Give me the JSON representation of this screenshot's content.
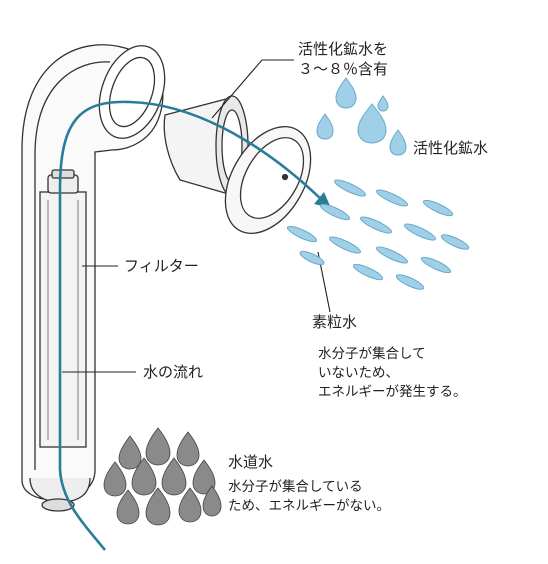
{
  "labels": {
    "mineral_water_content_line1": "活性化鉱水を",
    "mineral_water_content_line2": "３～８％含有",
    "mineral_water": "活性化鉱水",
    "filter": "フィルター",
    "water_flow": "水の流れ",
    "fine_water_title": "素粒水",
    "fine_water_desc_line1": "水分子が集合して",
    "fine_water_desc_line2": "いないため、",
    "fine_water_desc_line3": "エネルギーが発生する。",
    "tap_water_title": "水道水",
    "tap_water_desc_line1": "水分子が集合している",
    "tap_water_desc_line2": "ため、エネルギーがない。"
  },
  "colors": {
    "flow_line": "#2a7d99",
    "droplet_blue": "#9fd0e8",
    "droplet_blue_edge": "#6aa9c8",
    "cluster_gray": "#8a8a8a",
    "outline": "#333333"
  }
}
